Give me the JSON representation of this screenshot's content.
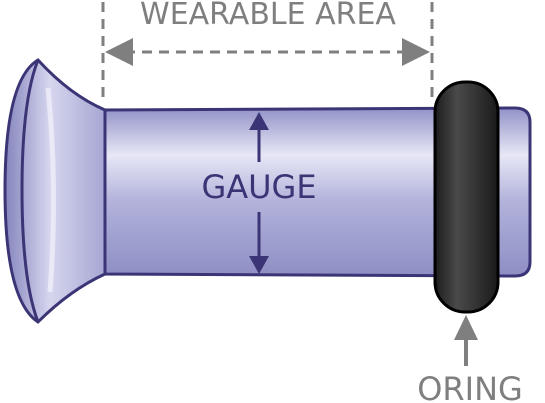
{
  "labels": {
    "wearable_area": "WEARABLE AREA",
    "gauge": "GAUGE",
    "oring": "ORING"
  },
  "colors": {
    "tube_outline": "#3b3576",
    "tube_body": "#a9a9d6",
    "tube_highlight": "#e7e7f6",
    "tube_shadow": "#8f8fc6",
    "oring": "#232323",
    "oring_highlight": "#4a4a4a",
    "dimension_gray": "#7f7f7f",
    "gauge_text": "#3b3576"
  }
}
